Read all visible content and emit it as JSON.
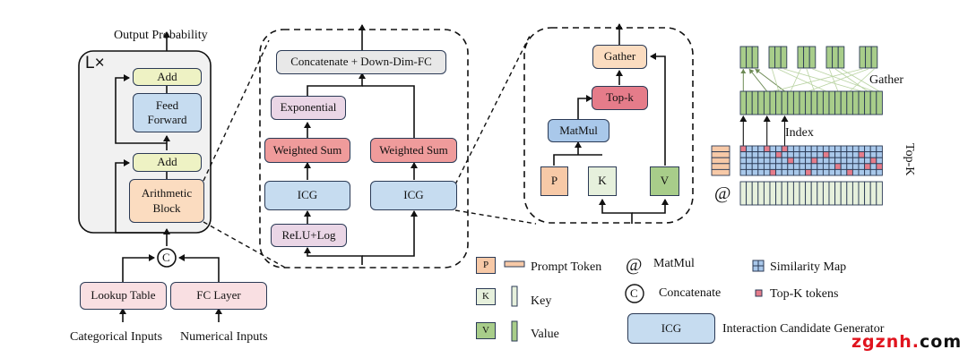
{
  "left_block": {
    "output_label": "Output Probability",
    "repeat_label": "L×",
    "add_top": "Add",
    "feed_forward": "Feed Forward",
    "add_bottom": "Add",
    "arithmetic_block": "Arithmetic Block",
    "concat_symbol": "C",
    "lookup_table": "Lookup Table",
    "fc_layer": "FC Layer",
    "categorical_inputs": "Categorical Inputs",
    "numerical_inputs": "Numerical Inputs"
  },
  "arithmetic_detail": {
    "concat_fc": "Concatenate + Down-Dim-FC",
    "exponential": "Exponential",
    "weighted_sum_left": "Weighted Sum",
    "weighted_sum_right": "Weighted Sum",
    "icg_left": "ICG",
    "icg_right": "ICG",
    "relu_log": "ReLU+Log"
  },
  "icg_detail": {
    "gather": "Gather",
    "topk": "Top-k",
    "matmul": "MatMul",
    "p": "P",
    "k": "K",
    "v": "V"
  },
  "illustration": {
    "gather_label": "Gather",
    "index_label": "Index",
    "topk_label": "Top-K",
    "matmul_symbol": "@",
    "topk_cells": [
      [
        0,
        0
      ],
      [
        0,
        4
      ],
      [
        0,
        7
      ],
      [
        1,
        6
      ],
      [
        1,
        14
      ],
      [
        1,
        20
      ],
      [
        2,
        8
      ],
      [
        2,
        12
      ],
      [
        2,
        22
      ],
      [
        3,
        16
      ],
      [
        3,
        21
      ],
      [
        3,
        23
      ],
      [
        4,
        5
      ],
      [
        4,
        11
      ],
      [
        4,
        18
      ]
    ]
  },
  "legend": {
    "prompt_token": "Prompt Token",
    "key": "Key",
    "value": "Value",
    "matmul": "MatMul",
    "concatenate": "Concatenate",
    "icg_box": "ICG",
    "icg_full": "Interaction Candidate Generator",
    "similarity_map": "Similarity Map",
    "topk_tokens": "Top-K tokens",
    "p": "P",
    "k": "K",
    "v": "V",
    "at": "@",
    "c": "C"
  },
  "watermark": {
    "part1": "zgznh.",
    "part2": "com"
  },
  "colors": {
    "stroke": "#2b3a55",
    "green": "#a8cd8a",
    "grid_blue": "#a9c8ea",
    "topk_red": "#e57c8a"
  }
}
